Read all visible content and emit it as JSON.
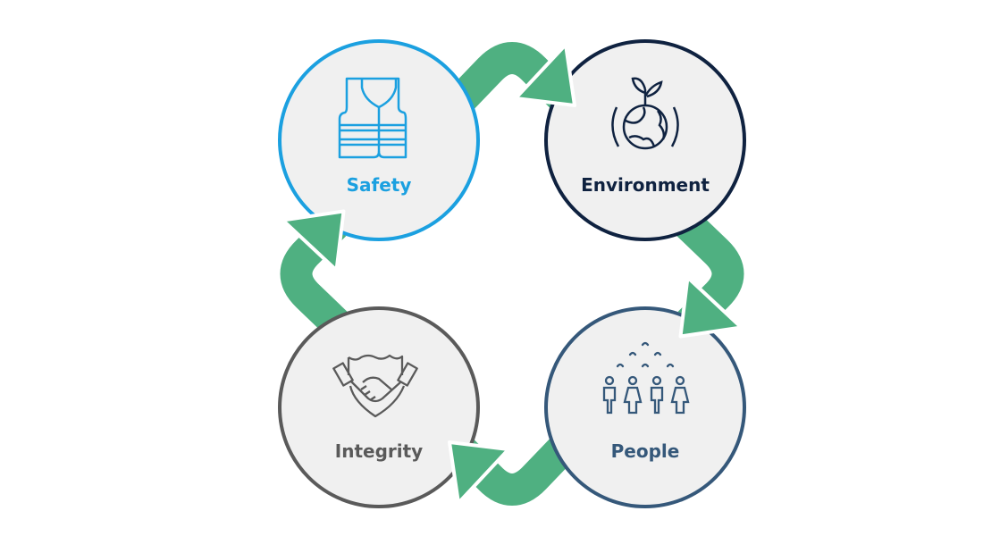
{
  "title": "Core values cycle",
  "colors": {
    "arrow": "#4fb081",
    "circle_fill": "#f0f0f0",
    "safety": "#1ba0e0",
    "environment": "#0f2240",
    "people": "#35587a",
    "integrity": "#5a5a5a"
  },
  "nodes": [
    {
      "label": "Safety",
      "icon": "safety-vest-icon"
    },
    {
      "label": "Environment",
      "icon": "globe-sprout-icon"
    },
    {
      "label": "People",
      "icon": "people-group-icon"
    },
    {
      "label": "Integrity",
      "icon": "handshake-shield-icon"
    }
  ]
}
